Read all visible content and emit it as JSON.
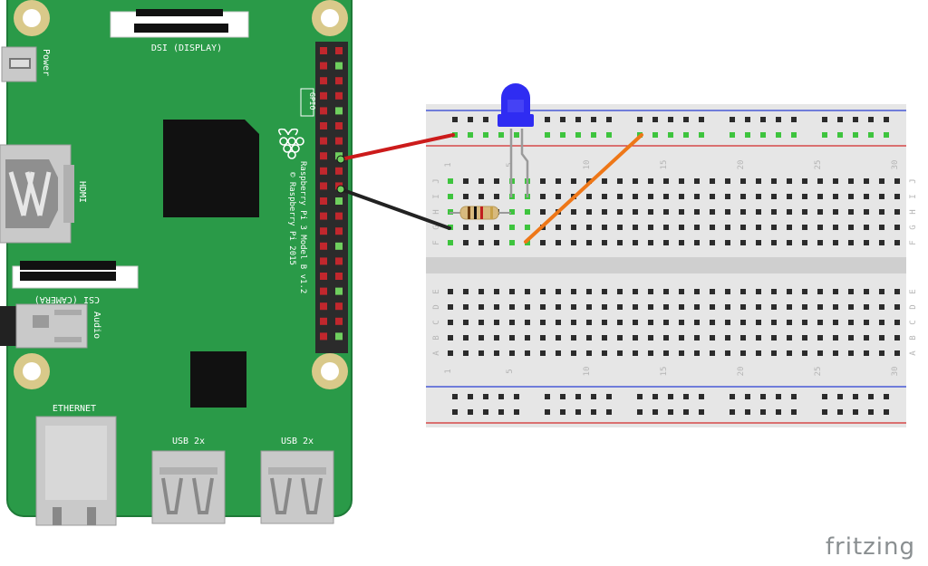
{
  "pi": {
    "labels": {
      "dsi": "DSI (DISPLAY)",
      "power": "Power",
      "hdmi": "HDMI",
      "gpio": "GPIO",
      "model": "Raspberry Pi 3 Model B v1.2",
      "copyright": "© Raspberry Pi 2015",
      "csi": "CSI (CAMERA)",
      "audio": "Audio",
      "ethernet": "ETHERNET",
      "usb1": "USB 2x",
      "usb2": "USB 2x"
    },
    "colors": {
      "board": "#2a9a48",
      "board_edge": "#1f7a38",
      "chip": "#111111",
      "metal": "#c9c9c9",
      "mount_hole": "#d9c98a",
      "pin_red": "#c1272d",
      "pin_green": "#6fcf5e"
    }
  },
  "breadboard": {
    "column_labels": [
      "1",
      "5",
      "10",
      "15",
      "20",
      "25",
      "30"
    ],
    "row_labels_top": [
      "J",
      "I",
      "H",
      "G",
      "F"
    ],
    "row_labels_bottom": [
      "E",
      "D",
      "C",
      "B",
      "A"
    ],
    "colors": {
      "body": "#e6e6e6",
      "hole": "#2b2b2b",
      "hole_active": "#3ec43e",
      "rail_red": "#d22a2a",
      "rail_blue": "#2a3fd2",
      "label": "#b5b5b5"
    }
  },
  "components": {
    "led_color": "#2f2cf2",
    "resistor_body": "#d8ba7e",
    "wire_red": "#cc1b1b",
    "wire_black": "#222222",
    "wire_orange": "#ee7718"
  },
  "watermark": "fritzing"
}
